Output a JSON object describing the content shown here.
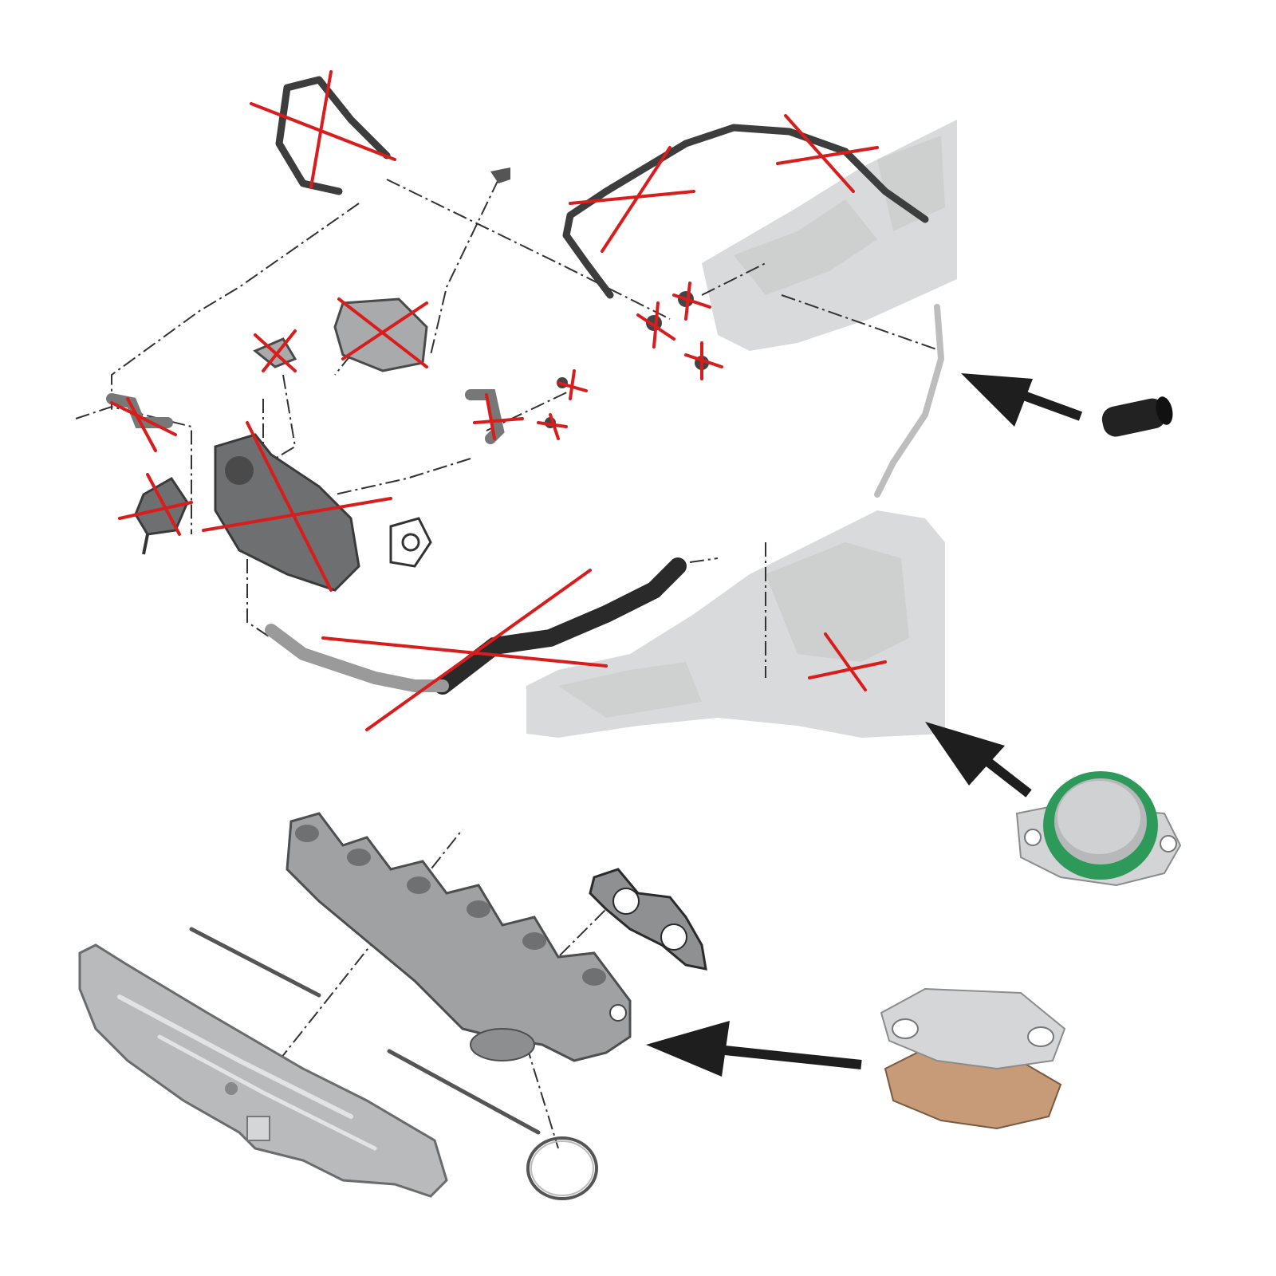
{
  "colors": {
    "background": "#ffffff",
    "cross_mark": "#d91c1c",
    "arrow": "#1e1e1e",
    "engine_silhouette": "#d9dadb",
    "egr_seal_ring": "#2e9a5a",
    "gasket": "#c89b78"
  },
  "icons": {
    "cross": "red-x-mark",
    "arrow": "black-arrow",
    "plug": "rubber-blanking-cap",
    "blanking_plate_round": "egr-blanking-plate-with-seal",
    "blanking_plate_gasket": "egr-blanking-plate-with-gasket"
  }
}
